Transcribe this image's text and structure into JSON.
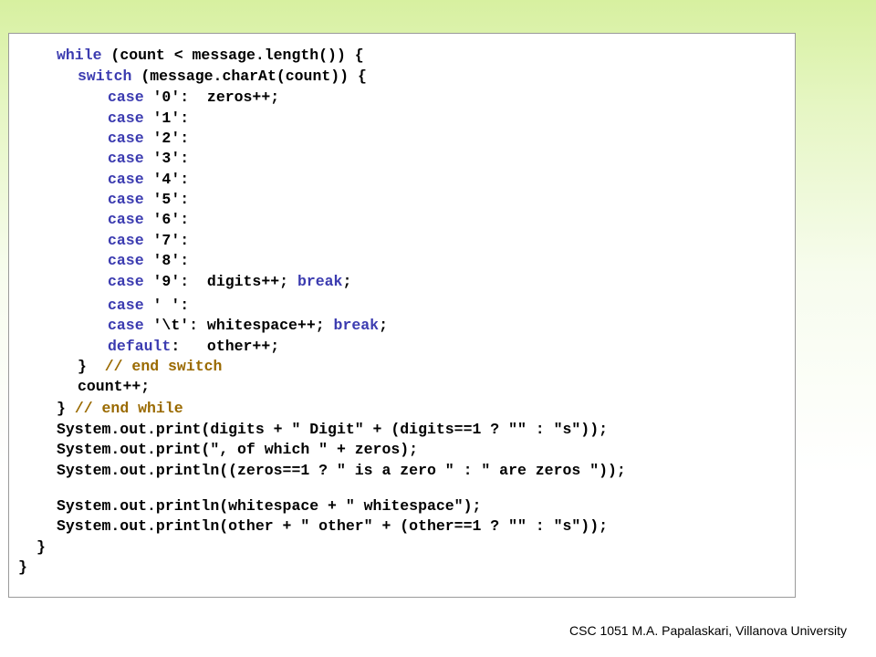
{
  "colors": {
    "keyword": "#3b3bb0",
    "comment": "#9a6a00",
    "text": "#000000"
  },
  "code_lines": [
    [
      {
        "t": "while",
        "k": "kw"
      },
      {
        "t": " (count < message.length()) {"
      }
    ],
    [
      {
        "t": "switch",
        "k": "kw"
      },
      {
        "t": " (message.charAt(count)) {"
      }
    ],
    [
      {
        "t": "case",
        "k": "kw"
      },
      {
        "t": " '0':  zeros++;"
      }
    ],
    [
      {
        "t": "case",
        "k": "kw"
      },
      {
        "t": " '1':"
      }
    ],
    [
      {
        "t": "case",
        "k": "kw"
      },
      {
        "t": " '2':"
      }
    ],
    [
      {
        "t": "case",
        "k": "kw"
      },
      {
        "t": " '3':"
      }
    ],
    [
      {
        "t": "case",
        "k": "kw"
      },
      {
        "t": " '4':"
      }
    ],
    [
      {
        "t": "case",
        "k": "kw"
      },
      {
        "t": " '5':"
      }
    ],
    [
      {
        "t": "case",
        "k": "kw"
      },
      {
        "t": " '6':"
      }
    ],
    [
      {
        "t": "case",
        "k": "kw"
      },
      {
        "t": " '7':"
      }
    ],
    [
      {
        "t": "case",
        "k": "kw"
      },
      {
        "t": " '8':"
      }
    ],
    [
      {
        "t": "case",
        "k": "kw"
      },
      {
        "t": " '9':  digits++; "
      },
      {
        "t": "break",
        "k": "kw"
      },
      {
        "t": ";"
      }
    ],
    [
      {
        "t": "case",
        "k": "kw"
      },
      {
        "t": " ' ':"
      }
    ],
    [
      {
        "t": "case",
        "k": "kw"
      },
      {
        "t": " '\\t': whitespace++; "
      },
      {
        "t": "break",
        "k": "kw"
      },
      {
        "t": ";"
      }
    ],
    [
      {
        "t": "default",
        "k": "kw"
      },
      {
        "t": ":   other++;"
      }
    ],
    [
      {
        "t": "}  "
      },
      {
        "t": "// end switch",
        "k": "cm"
      }
    ],
    [
      {
        "t": "count++;"
      }
    ],
    [
      {
        "t": "} "
      },
      {
        "t": "// end while",
        "k": "cm"
      }
    ],
    [
      {
        "t": "System.out.print(digits + \" Digit\" + (digits==1 ? \"\" : \"s\"));"
      }
    ],
    [
      {
        "t": "System.out.print(\", of which \" + zeros);"
      }
    ],
    [
      {
        "t": "System.out.println((zeros==1 ? \" is a zero \" : \" are zeros \"));"
      }
    ],
    [
      {
        "t": "System.out.println(whitespace + \" whitespace\");"
      }
    ],
    [
      {
        "t": "System.out.println(other + \" other\" + (other==1 ? \"\" : \"s\"));"
      }
    ],
    [
      {
        "t": "}"
      }
    ],
    [
      {
        "t": "}"
      }
    ]
  ],
  "footer": "CSC 1051 M.A. Papalaskari, Villanova University"
}
